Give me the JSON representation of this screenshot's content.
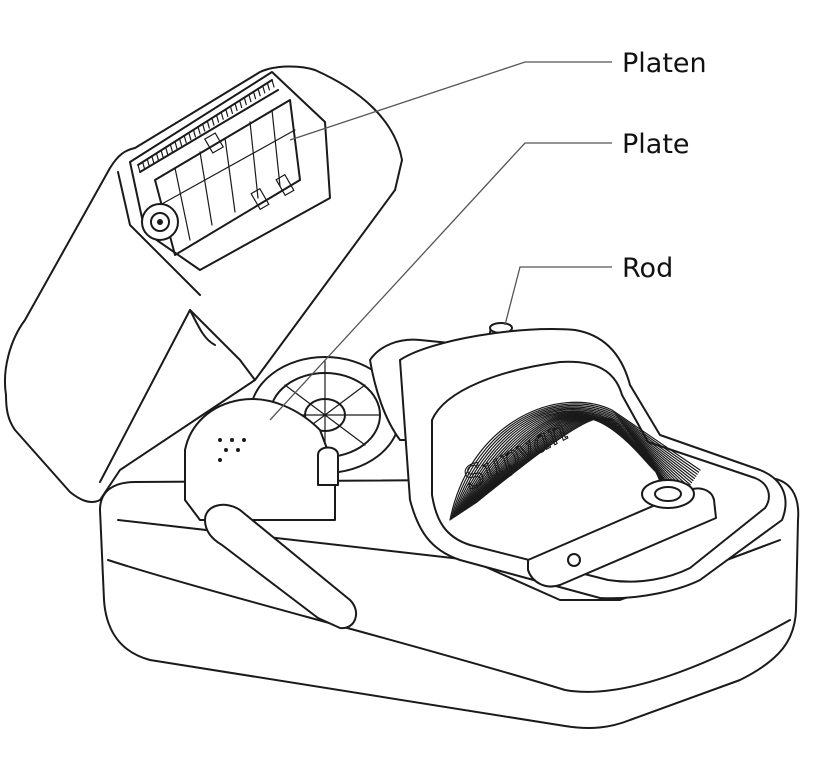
{
  "labels": {
    "platen": "Platen",
    "plate": "Plate",
    "rod": "Rod"
  },
  "logo_text": "Supvan",
  "colors": {
    "line": "#1a1a1a",
    "leader": "#555555",
    "background": "#ffffff"
  }
}
